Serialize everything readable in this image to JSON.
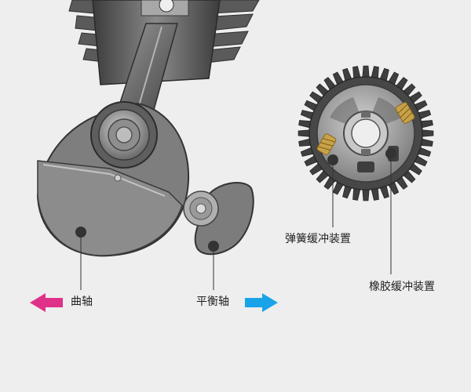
{
  "labels": {
    "crankshaft": "曲轴",
    "balance_shaft": "平衡轴",
    "spring_damper": "弹簧缓冲装置",
    "rubber_damper": "橡胶缓冲装置"
  },
  "colors": {
    "background": "#eeeeee",
    "crankshaft_arrow": "#e0318a",
    "balance_arrow": "#1aa3e8",
    "metal_dark": "#4a4a4a",
    "metal_mid": "#7c7c7c",
    "metal_light": "#b8b8b8",
    "spring": "#c8a24a",
    "leader_line": "#333333"
  },
  "icons": {
    "crankshaft_arrow": "arrow-left-icon",
    "balance_arrow": "arrow-right-icon"
  }
}
